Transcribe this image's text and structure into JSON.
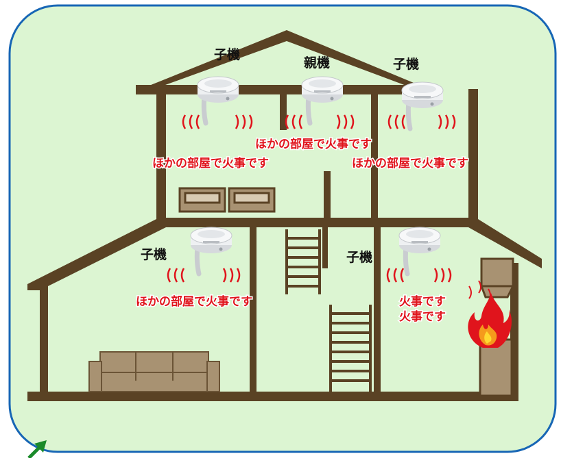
{
  "colors": {
    "background": "#dcf5d2",
    "frame_border": "#1766b5",
    "house_wall": "#5a4224",
    "furniture": "#a89272",
    "alarm_text": "#e0141c",
    "wave": "#e0141c",
    "arrow": "#1a8a2a"
  },
  "detectors": {
    "parent": {
      "label": "親機",
      "message": "ほかの部屋で火事です"
    },
    "child_upper_left": {
      "label": "子機",
      "message": "ほかの部屋で火事です"
    },
    "child_upper_right": {
      "label": "子機",
      "message": "ほかの部屋で火事です"
    },
    "child_lower_left": {
      "label": "子機",
      "message": "ほかの部屋で火事です"
    },
    "child_lower_right": {
      "label": "子機",
      "message_line1": "火事です",
      "message_line2": "火事です"
    }
  },
  "icons": [
    "smoke-detector-icon",
    "fire-icon",
    "sofa-icon",
    "bed-icon",
    "stairs-icon",
    "arrow-icon"
  ]
}
